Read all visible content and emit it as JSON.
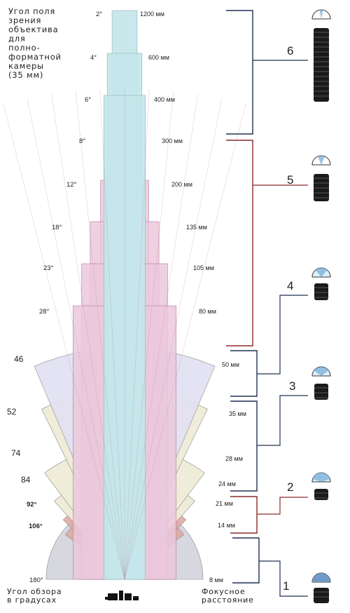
{
  "title": "Угол поля\nзрения\nобъектива\nдля\nполно-\nформатной\nкамеры\n(35 мм)",
  "footer_left": "Угол обзора\nв градусах",
  "footer_right": "Фокусное\nрасстояние",
  "colors": {
    "tele": "#c4e6ea",
    "pink": "#ebc8dc",
    "lavender": "#e3e1f2",
    "cream": "#eeecd7",
    "wide_red": "#e0aaa3",
    "fisheye": "#d7d7df",
    "bracket_dark": "#203050",
    "bracket_red": "#8a2a2a"
  },
  "chart_data": {
    "type": "diagram",
    "levels": [
      {
        "angle": "2°",
        "focal": "1200 мм",
        "deg": 2
      },
      {
        "angle": "4°",
        "focal": "600 мм",
        "deg": 4
      },
      {
        "angle": "6°",
        "focal": "400 мм",
        "deg": 6
      },
      {
        "angle": "8°",
        "focal": "300 мм",
        "deg": 8
      },
      {
        "angle": "12°",
        "focal": "200 мм",
        "deg": 12
      },
      {
        "angle": "18°",
        "focal": "135 мм",
        "deg": 18
      },
      {
        "angle": "23°",
        "focal": "105 мм",
        "deg": 23
      },
      {
        "angle": "28°",
        "focal": "80 мм",
        "deg": 28
      },
      {
        "angle": "46",
        "focal": "50 мм",
        "deg": 46
      },
      {
        "angle": "52",
        "focal": "35 мм",
        "deg": 52
      },
      {
        "angle": "74",
        "focal": "28 мм",
        "deg": 74
      },
      {
        "angle": "84",
        "focal": "24 мм",
        "deg": 84
      },
      {
        "angle": "92°",
        "focal": "21 мм",
        "deg": 92
      },
      {
        "angle": "106°",
        "focal": "14 мм",
        "deg": 106
      },
      {
        "angle": "180°",
        "focal": "8 мм",
        "deg": 180
      }
    ],
    "groups": [
      {
        "label": "6",
        "from": "1200 мм",
        "to": "400 мм"
      },
      {
        "label": "5",
        "from": "300 мм",
        "to": "80 мм"
      },
      {
        "label": "4",
        "from": "50 мм",
        "to": "50 мм"
      },
      {
        "label": "3",
        "from": "35 мм",
        "to": "24 мм"
      },
      {
        "label": "2",
        "from": "21 мм",
        "to": "14 мм"
      },
      {
        "label": "1",
        "from": "8 мм",
        "to": "8 мм"
      }
    ]
  }
}
